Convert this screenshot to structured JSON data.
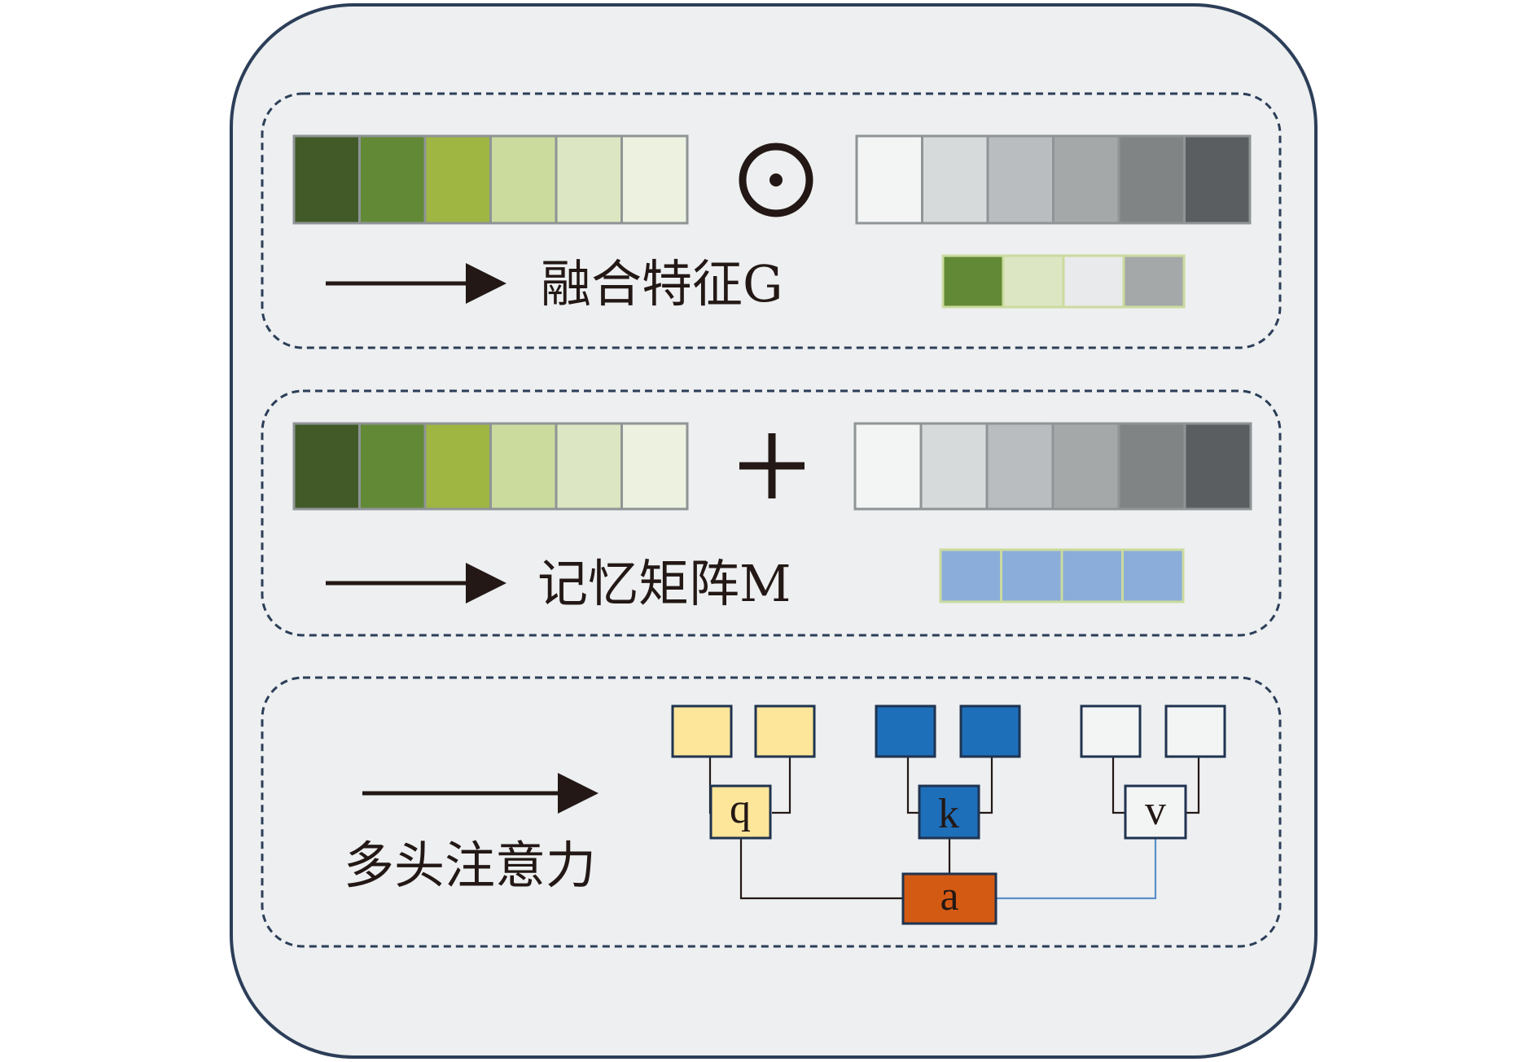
{
  "colors": {
    "outer_panel_fill": "#edeff0",
    "outer_panel_stroke": "#2c3e58",
    "dashed_stroke": "#2c3e58",
    "arrow": "#231815",
    "cell_border": "#8f9496",
    "green_scale": [
      "#415a27",
      "#628936",
      "#9fb642",
      "#cbdb9e",
      "#dde6c3",
      "#edf1e0"
    ],
    "gray_scale": [
      "#f3f4f4",
      "#d7dadb",
      "#babdbf",
      "#a4a8a9",
      "#808485",
      "#5a5e60"
    ],
    "fused_g_cells": [
      "#628936",
      "#dde6c3",
      "#e9eaeb",
      "#a4a8a9"
    ],
    "fused_g_border": "#cbdb9e",
    "memory_m_cells": [
      "#8badda",
      "#8badda",
      "#8badda",
      "#8badda"
    ],
    "memory_m_border": "#cbdb9e",
    "q_fill": "#fde59a",
    "k_fill": "#1e6fba",
    "v_fill": "#f3f4f4",
    "a_fill": "#d35a13",
    "qkv_stroke": "#1f3350",
    "connector_dark": "#231815",
    "connector_blue": "#5b8fc9"
  },
  "panel1": {
    "operator_icon": "hadamard-product-icon",
    "label": "融合特征G"
  },
  "panel2": {
    "operator_icon": "plus-icon",
    "label": "记忆矩阵M"
  },
  "panel3": {
    "label": "多头注意力",
    "q_label": "q",
    "k_label": "k",
    "v_label": "v",
    "a_label": "a"
  }
}
